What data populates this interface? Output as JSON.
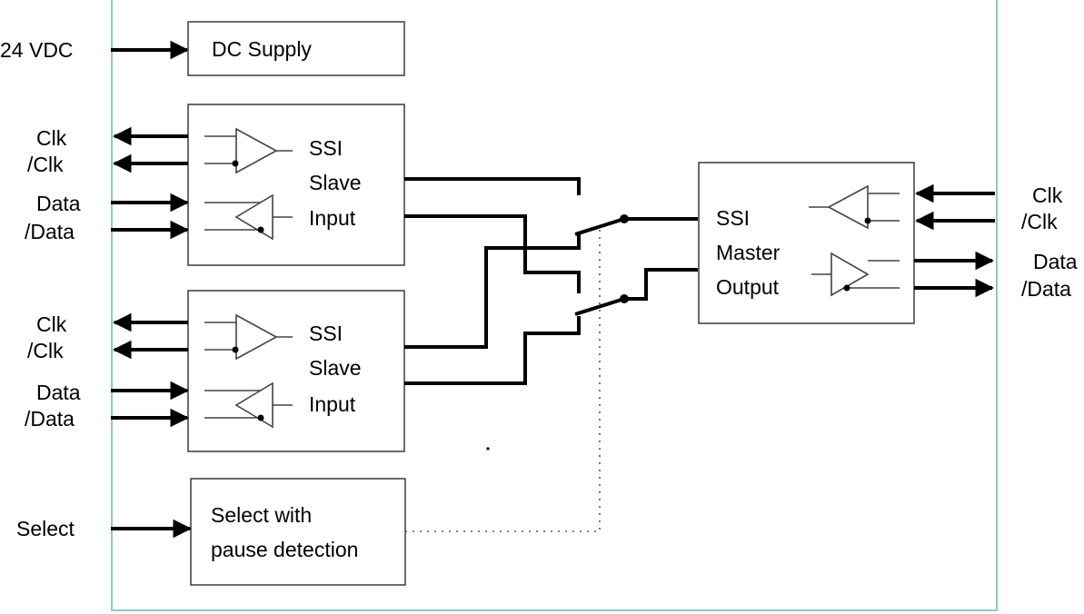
{
  "inputs": {
    "supply": "24 VDC",
    "slave1": {
      "clk": "Clk",
      "nclk": "/Clk",
      "data": "Data",
      "ndata": "/Data"
    },
    "slave2": {
      "clk": "Clk",
      "nclk": "/Clk",
      "data": "Data",
      "ndata": "/Data"
    },
    "select": "Select"
  },
  "outputs": {
    "clk": "Clk",
    "nclk": "/Clk",
    "data": "Data",
    "ndata": "/Data"
  },
  "blocks": {
    "dc_supply": "DC Supply",
    "slave1": [
      "SSI",
      "Slave",
      "Input"
    ],
    "slave2": [
      "SSI",
      "Slave",
      "Input"
    ],
    "master": [
      "SSI",
      "Master",
      "Output"
    ],
    "select": [
      "Select with",
      "pause detection"
    ]
  },
  "colors": {
    "frame": "#8fc4d4",
    "wire": "#000000",
    "box_border": "#3a3a3a"
  }
}
